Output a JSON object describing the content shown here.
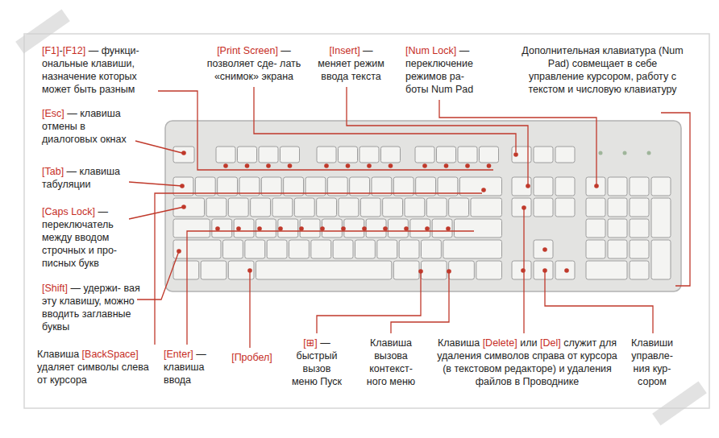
{
  "diagram": {
    "labels": [
      "[F1]-[F12] — функци- ональные клавиши, назначение которых может быть разным",
      "[Print Screen] — позволяет сде- лать «снимок» экрана",
      "[Insert] — меняет режим ввода текста",
      "[Num Lock] — переключение режимов ра- боты Num Pad",
      "Дополнительная клавиатура (Num Pad) совмещает в себе управление курсором, работу с текстом и числовую клавиатуру",
      "[Esc] — клавиша отмены в диалоговых окнах",
      "[Tab] — клавиша табуляции",
      "[Caps Lock] — переключатель между вводом строчных и про- писных букв",
      "[Shift] — удержи- вая эту клавишу, можно вводить заглавные буквы",
      "Клавиша [BackSpace] удаляет символы слева от курсора",
      "[Enter] — клавиша ввода",
      "[Пробел]",
      "[⊞] — быстрый вызов меню Пуск",
      "Клавиша вызова контекст- ного меню",
      "Клавиша [Delete] или [Del] служит для удаления символов справа от курсора (в текстовом редакторе) и удаления файлов в Проводнике",
      "Клавиши управле- ния кур- сором"
    ]
  }
}
